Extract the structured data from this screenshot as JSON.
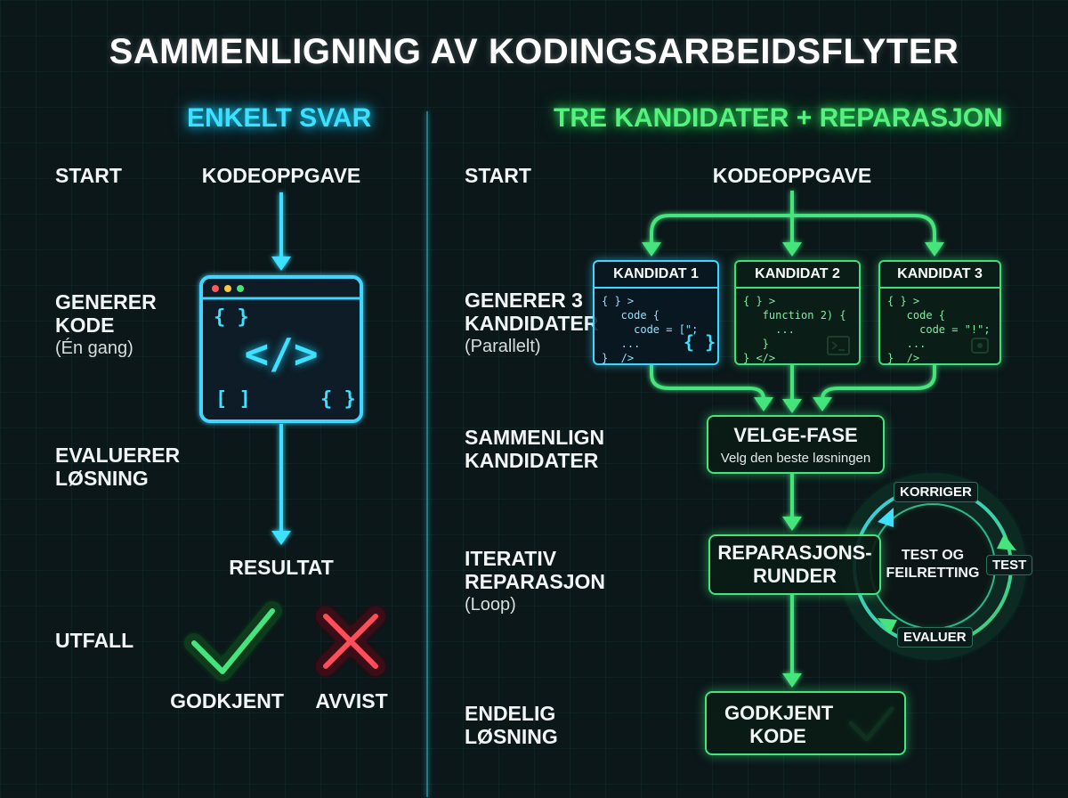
{
  "title": "SAMMENLIGNING AV KODINGSARBEIDSFLYTER",
  "left": {
    "heading": "ENKELT SVAR",
    "rows": {
      "start": "START",
      "generate": [
        "GENERER",
        "KODE"
      ],
      "generate_sub": "(Én gang)",
      "evaluate": [
        "EVALUERER",
        "LØSNING"
      ],
      "outcome": "UTFALL"
    },
    "task": "KODEOPPGAVE",
    "editor_glyphs": {
      "tl": "{ }",
      "center": "</>",
      "bl": "[ ]",
      "br": "{ }"
    },
    "result": "RESULTAT",
    "approved": "GODKJENT",
    "rejected": "AVVIST"
  },
  "right": {
    "heading": "TRE KANDIDATER + REPARASJON",
    "rows": {
      "start": "START",
      "generate": [
        "GENERER 3",
        "KANDIDATER"
      ],
      "generate_sub": "(Parallelt)",
      "compare": [
        "SAMMENLIGN",
        "KANDIDATER"
      ],
      "repair": [
        "ITERATIV",
        "REPARASJON"
      ],
      "repair_sub": "(Loop)",
      "final": [
        "ENDELIG",
        "LØSNING"
      ]
    },
    "task": "KODEOPPGAVE",
    "candidates": [
      {
        "name": "KANDIDAT 1",
        "code": "{ } >\n   code {\n     code = [\";\n   ...\n}  />"
      },
      {
        "name": "KANDIDAT 2",
        "code": "{ } >\n   function 2) {\n     ...\n   }\n} </>"
      },
      {
        "name": "KANDIDAT 3",
        "code": "{ } >\n   code {\n     code = \"!\";\n   ...\n}  />"
      }
    ],
    "select_phase": {
      "title": "VELGE-FASE",
      "subtitle": "Velg den beste løsningen"
    },
    "repair_rounds": [
      "REPARASJONS-",
      "RUNDER"
    ],
    "loop": {
      "center": [
        "TEST OG",
        "FEILRETTING"
      ],
      "correct": "KORRIGER",
      "test": "TEST",
      "evaluate": "EVALUER"
    },
    "final_box": [
      "GODKJENT",
      "KODE"
    ]
  },
  "colors": {
    "cyan": "#3de0ff",
    "green": "#45e47d",
    "red": "#ff4d5a",
    "background": "#0b1719"
  }
}
